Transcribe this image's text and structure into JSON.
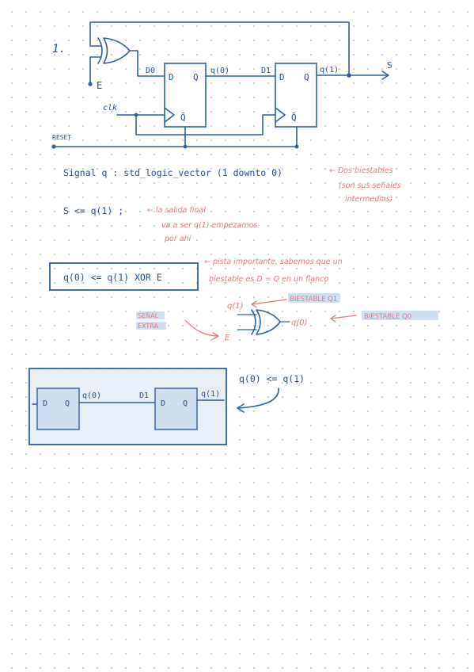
{
  "problem": {
    "number": "1."
  },
  "circuit": {
    "input_e": "E",
    "clk_label": "clk",
    "reset_label": "RESET",
    "d0_label": "D0",
    "d1_label": "D1",
    "q0_label": "q(0)",
    "q1_label": "q(1)",
    "output_label": "S",
    "ff_d": "D",
    "ff_q": "Q",
    "ff_qbar": "Q̄"
  },
  "notes": {
    "signal_decl": "Signal q : std_logic_vector (1 downto 0)",
    "signal_comment_1": "← Dos biestables",
    "signal_comment_2": "(son sus señales",
    "signal_comment_3": "intermedias)",
    "s_assign": "S <= q(1) ;",
    "s_comment_1": "← la salida final",
    "s_comment_2": "va a ser q(1) empezamos",
    "s_comment_3": "por ahí",
    "xor_box": "q(0) <= q(1) XOR E",
    "xor_comment_1": "← pista importante, sabemos que un",
    "xor_comment_2": "biestable es D = Q en un flanco",
    "xor_in_top": "q(1)",
    "xor_in_top_note": "BIESTABLE Q1",
    "xor_out": "q(0)",
    "xor_out_note": "BIESTABLE Q0",
    "xor_in_bottom": "E",
    "xor_in_bottom_note_1": "SEÑAL",
    "xor_in_bottom_note_2": "EXTRA",
    "second_assign": "q(0) <= q(1)",
    "zoom_q0": "q(0)",
    "zoom_d1": "D1",
    "zoom_q1": "q(1)",
    "zoom_d": "D",
    "zoom_q": "Q"
  }
}
